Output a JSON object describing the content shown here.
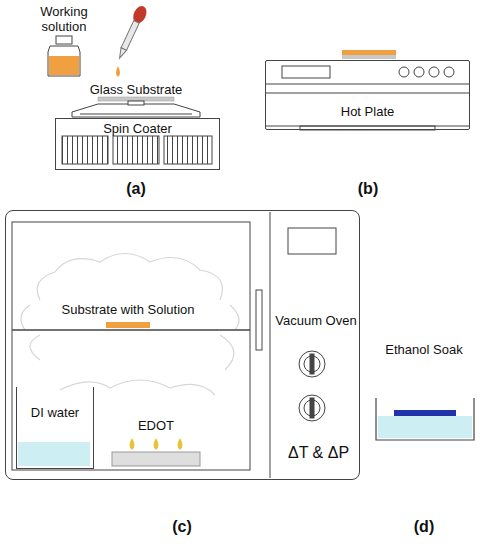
{
  "diagram": {
    "nodes": [
      {
        "text": [
          "Spin Coater"
        ]
      },
      {
        "text": [
          "Hot Plate"
        ]
      },
      {
        "text": [
          "Vacuum Oven",
          "ΔT & ΔP"
        ]
      },
      {
        "text": [
          "DI water"
        ],
        "in": 2
      }
    ],
    "labels": [
      "Working solution",
      "Glass Substrate",
      "(a)",
      "(b)",
      "Substrate with Solution",
      "EDOT",
      "(c)",
      "Ethanol Soak",
      "(d)"
    ]
  }
}
